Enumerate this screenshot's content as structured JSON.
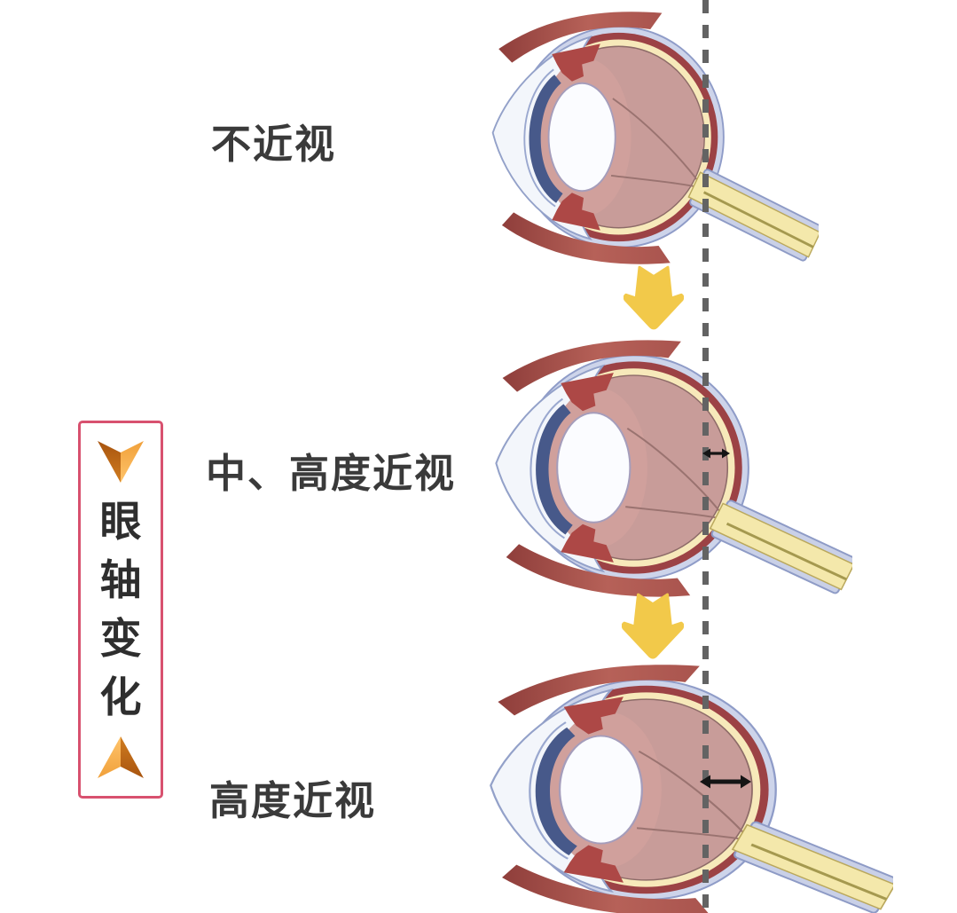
{
  "sidebar": {
    "text": "眼轴变化",
    "chars": [
      "眼",
      "轴",
      "变",
      "化"
    ],
    "border_color": "#d8516f",
    "chevron_dark": "#b05a12",
    "chevron_light": "#f0a03a"
  },
  "stages": [
    {
      "label": "不近视",
      "axial_marker": "none"
    },
    {
      "label": "中、高度近视",
      "axial_marker": "small"
    },
    {
      "label": "高度近视",
      "axial_marker": "large"
    }
  ],
  "diagram": {
    "reference_line": {
      "style": "dashed",
      "color": "#636363"
    },
    "transition_arrows": {
      "count": 2,
      "direction": "down",
      "color": "#f2c94a"
    },
    "measure_arrow_color": "#151515",
    "eye_colors": {
      "sclera": "#cdd4ea",
      "choroid": "#9c4245",
      "retina": "#f7e9ba",
      "vitreous": "#c89c99",
      "iris": "#47598a",
      "ciliary_body": "#ad4846",
      "lens": "#fbfcff",
      "optic_nerve": "#f4e8ab",
      "nerve_sheath": "#c9d0e7",
      "muscle": "#a9544e"
    }
  }
}
